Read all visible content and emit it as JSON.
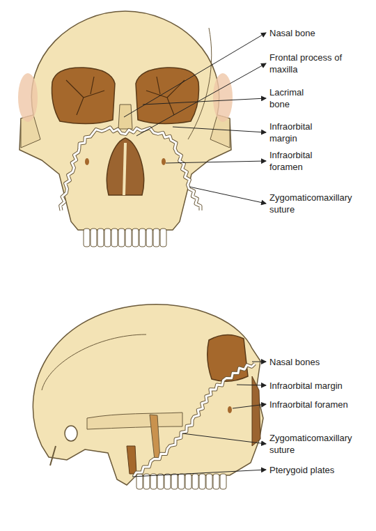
{
  "diagram": {
    "labels": [
      "Nasal bone",
      "Frontal process of maxilla",
      "Lacrimal bone",
      "Infraorbital margin",
      "Infraorbital foramen",
      "Zygomaticomaxillary suture",
      "Nasal bones",
      "Infraorbital margin",
      "Infraorbital foramen",
      "Zygomaticomaxillary suture",
      "Pterygoid plates"
    ]
  }
}
